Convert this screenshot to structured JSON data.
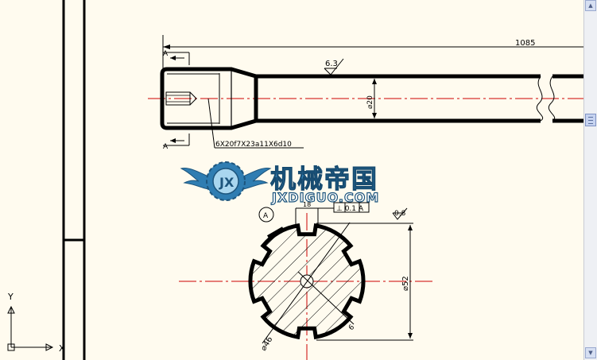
{
  "drawing": {
    "overall_length": "1085",
    "section_label_a": "A",
    "roughness": "6.3",
    "roughness_small": "0.8",
    "shaft_diameter": "⌀20",
    "spline_spec": "6X20f7X23a11X6d10",
    "key_width_dim": "18",
    "tolerance_frame": "⊥  0.1  A",
    "detail_label": "A",
    "outer_diameter": "⌀52",
    "inner_diameter": "⌀46",
    "small_dim": "6"
  },
  "watermark": {
    "chinese": "机械帝国",
    "url": "JXDIGUO.COM"
  },
  "ucs": {
    "x_label": "X",
    "y_label": "Y"
  },
  "scrollbar": {
    "up_icon": "▲",
    "down_icon": "▼"
  },
  "colors": {
    "background": "#fffbef",
    "line": "#000000",
    "center_line": "#cc0000",
    "logo_blue": "#2f7db2"
  }
}
